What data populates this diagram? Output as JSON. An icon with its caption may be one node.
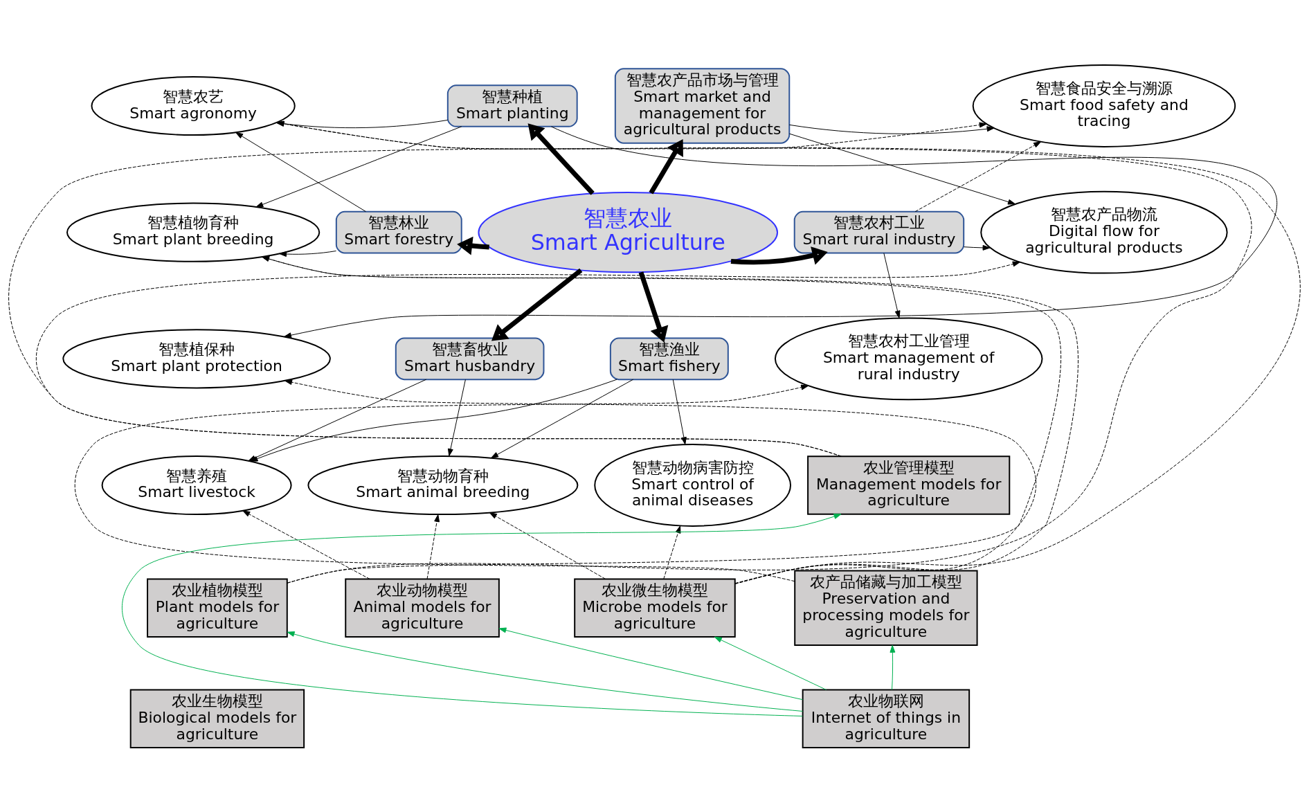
{
  "diagram": {
    "nodes": [
      {
        "text": [
          "智慧农业",
          "Smart Agriculture"
        ]
      },
      {
        "text": [
          "智慧农产品市场与管理",
          "Smart market and management for agricultural products"
        ]
      },
      {
        "text": [
          "智慧食品安全与溯源",
          "Smart food safety and tracing"
        ]
      },
      {
        "text": [
          "智慧农艺",
          "Smart agronomy"
        ]
      },
      {
        "text": [
          "智慧种植",
          "Smart planting"
        ]
      },
      {
        "text": [
          "智慧植物育种",
          "Smart plant breeding"
        ]
      },
      {
        "text": [
          "智慧林业",
          "Smart forestry"
        ]
      },
      {
        "text": [
          "智慧农村工业",
          "Smart rural industry"
        ]
      },
      {
        "text": [
          "智慧农产品物流",
          "Digital flow for agricultural products"
        ]
      },
      {
        "text": [
          "智慧植保种",
          "Smart plant protection"
        ]
      },
      {
        "text": [
          "智慧畜牧业",
          "Smart husbandry"
        ]
      },
      {
        "text": [
          "智慧渔业",
          "Smart fishery"
        ]
      },
      {
        "text": [
          "智慧农村工业管理",
          "Smart management of rural industry"
        ]
      },
      {
        "text": [
          "智慧养殖",
          "Smart livestock"
        ]
      },
      {
        "text": [
          "智慧动物育种",
          "Smart animal breeding"
        ]
      },
      {
        "text": [
          "智慧动物病害防控",
          "Smart control of animal diseases"
        ]
      },
      {
        "text": [
          "农业管理模型",
          "Management models for agriculture"
        ]
      },
      {
        "text": [
          "农业植物模型",
          "Plant models for agriculture"
        ]
      },
      {
        "text": [
          "农业动物模型",
          "Animal models for agriculture"
        ]
      },
      {
        "text": [
          "农业微生物模型",
          "Microbe models for agriculture"
        ]
      },
      {
        "text": [
          "农产品储藏与加工模型",
          "Preservation and processing models for agriculture"
        ]
      },
      {
        "text": [
          "农业生物模型",
          "Biological models for agriculture"
        ]
      },
      {
        "text": [
          "农业物联网",
          "Internet of things in agriculture"
        ]
      }
    ],
    "edges": [
      {
        "from": 0,
        "to": 1,
        "arrow": "to",
        "style": "thick"
      },
      {
        "from": 0,
        "to": 4,
        "arrow": "to",
        "style": "thick"
      },
      {
        "from": 0,
        "to": 6,
        "arrow": "to",
        "style": "thick"
      },
      {
        "from": 0,
        "to": 7,
        "arrow": "to",
        "style": "thick"
      },
      {
        "from": 0,
        "to": 10,
        "arrow": "to",
        "style": "thick"
      },
      {
        "from": 0,
        "to": 11,
        "arrow": "to",
        "style": "thick"
      },
      {
        "from": 1,
        "to": 2,
        "arrow": "to"
      },
      {
        "from": 1,
        "to": 8,
        "arrow": "to"
      },
      {
        "from": 4,
        "to": 3,
        "arrow": "to"
      },
      {
        "from": 4,
        "to": 5,
        "arrow": "to"
      },
      {
        "from": 4,
        "to": 9,
        "arrow": "to"
      },
      {
        "from": 6,
        "to": 3,
        "arrow": "to"
      },
      {
        "from": 6,
        "to": 5,
        "arrow": "to"
      },
      {
        "from": 7,
        "to": 8,
        "arrow": "to"
      },
      {
        "from": 7,
        "to": 12,
        "arrow": "to"
      },
      {
        "from": 7,
        "to": 2,
        "arrow": "to",
        "style": "dashed"
      },
      {
        "from": 10,
        "to": 13,
        "arrow": "to"
      },
      {
        "from": 10,
        "to": 14,
        "arrow": "to"
      },
      {
        "from": 11,
        "to": 13,
        "arrow": "to"
      },
      {
        "from": 11,
        "to": 14,
        "arrow": "to"
      },
      {
        "from": 11,
        "to": 15,
        "arrow": "to"
      },
      {
        "from": 16,
        "to": 2,
        "arrow": "to",
        "style": "dashed"
      },
      {
        "from": 16,
        "to": 8,
        "arrow": "to",
        "style": "dashed"
      },
      {
        "from": 17,
        "to": 5,
        "arrow": "to",
        "style": "dashed"
      },
      {
        "from": 17,
        "to": 3,
        "arrow": "to",
        "style": "dashed"
      },
      {
        "from": 18,
        "to": 13,
        "arrow": "to",
        "style": "dashed"
      },
      {
        "from": 18,
        "to": 14,
        "arrow": "to",
        "style": "dashed"
      },
      {
        "from": 19,
        "to": 3,
        "arrow": "to",
        "style": "dashed"
      },
      {
        "from": 19,
        "to": 5,
        "arrow": "to",
        "style": "dashed"
      },
      {
        "from": 19,
        "to": 9,
        "arrow": "to",
        "style": "dashed"
      },
      {
        "from": 19,
        "to": 14,
        "arrow": "to",
        "style": "dashed"
      },
      {
        "from": 19,
        "to": 15,
        "arrow": "to",
        "style": "dashed"
      },
      {
        "from": 20,
        "to": 12,
        "arrow": "to",
        "style": "dashed"
      },
      {
        "from": 22,
        "to": 17,
        "arrow": "to",
        "color": "#00b050"
      },
      {
        "from": 22,
        "to": 18,
        "arrow": "to",
        "color": "#00b050"
      },
      {
        "from": 22,
        "to": 19,
        "arrow": "to",
        "color": "#00b050"
      },
      {
        "from": 22,
        "to": 20,
        "arrow": "to",
        "color": "#00b050"
      },
      {
        "from": 22,
        "to": 16,
        "arrow": "to",
        "color": "#00b050"
      }
    ]
  }
}
